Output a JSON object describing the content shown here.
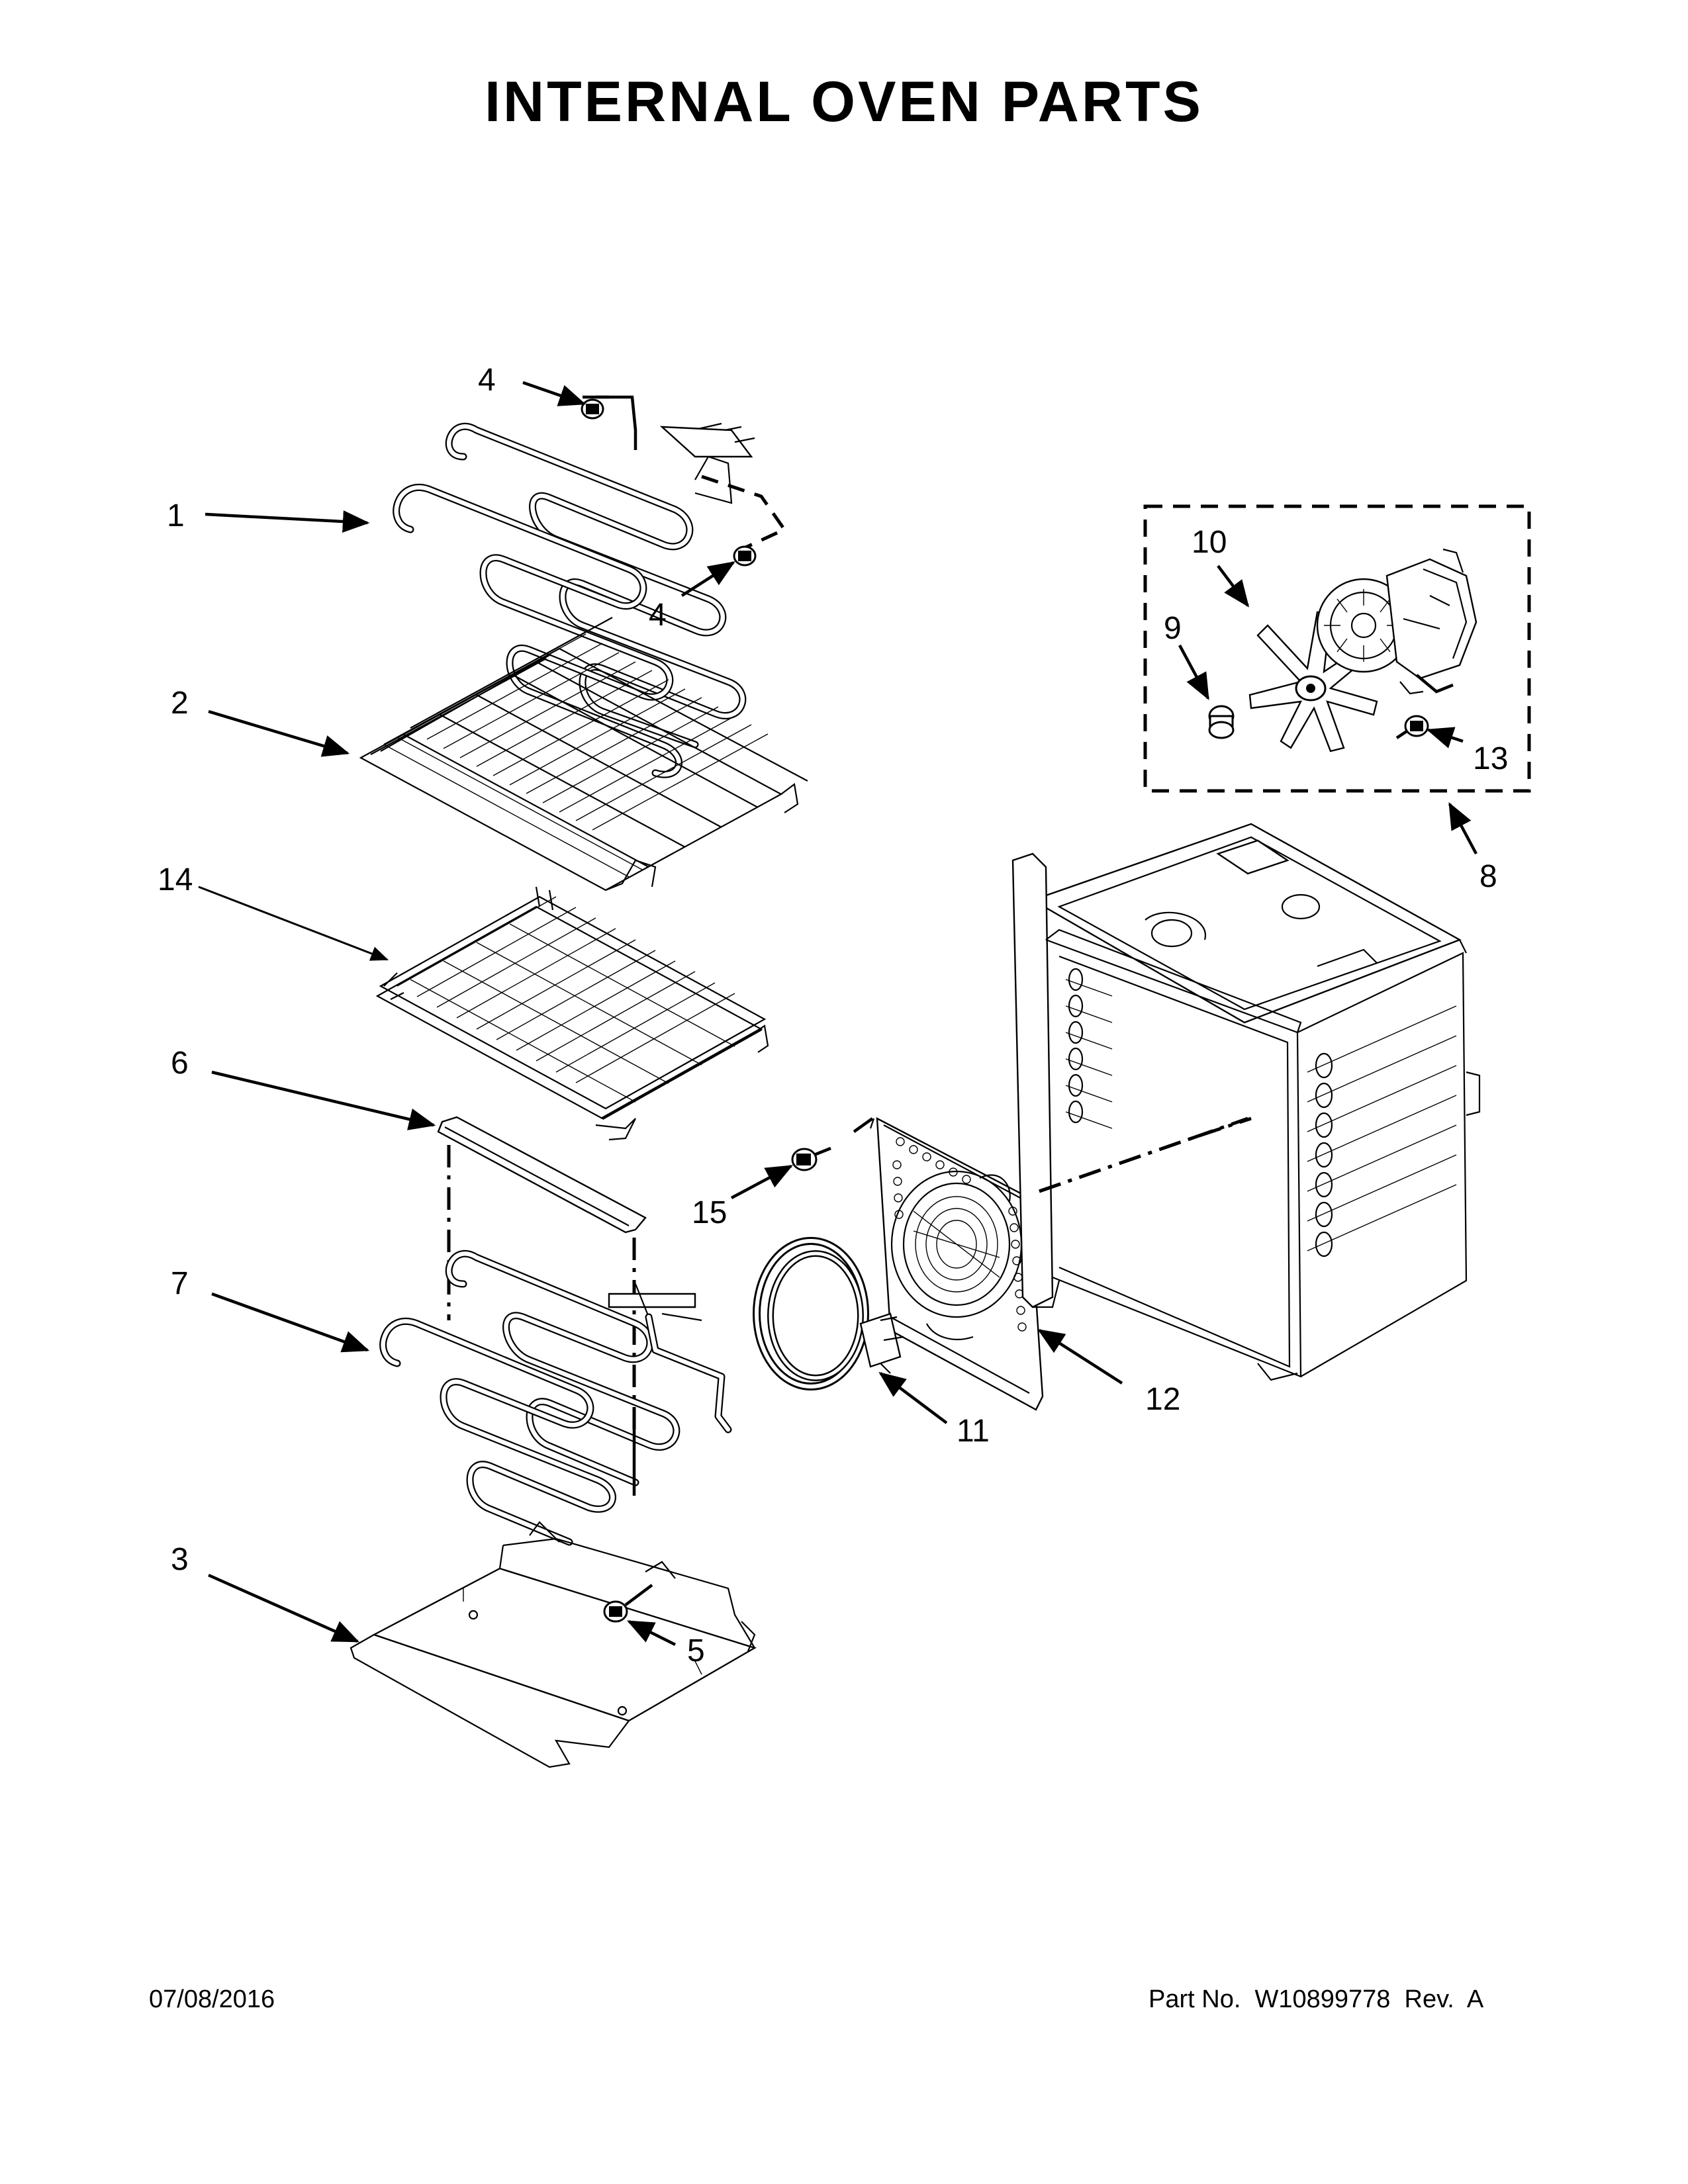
{
  "title": "INTERNAL OVEN PARTS",
  "footer": {
    "date": "07/08/2016",
    "part_info": "Part No.  W10899778  Rev.  A"
  },
  "callouts": {
    "c1": "1",
    "c2": "2",
    "c3": "3",
    "c4a": "4",
    "c4b": "4",
    "c5": "5",
    "c6": "6",
    "c7": "7",
    "c8": "8",
    "c9": "9",
    "c10": "10",
    "c11": "11",
    "c12": "12",
    "c13": "13",
    "c14": "14",
    "c15": "15"
  }
}
